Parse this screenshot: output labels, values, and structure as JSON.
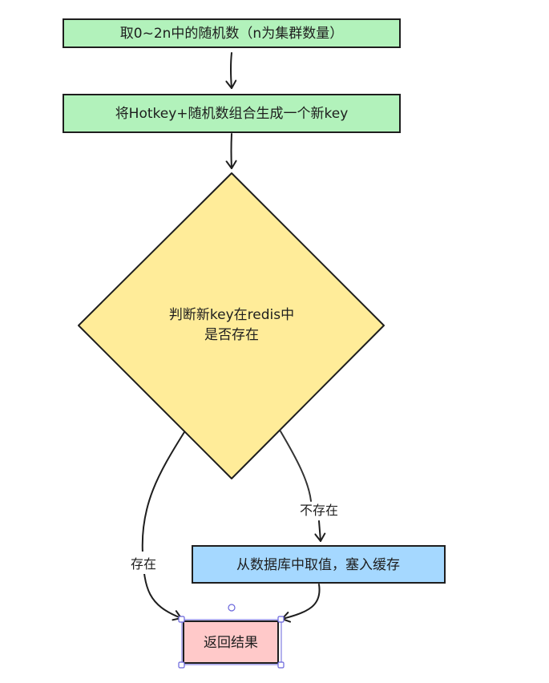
{
  "diagram": {
    "nodes": {
      "step_random": {
        "label": "取0~2n中的随机数（n为集群数量）",
        "fill": "#b2f2bb"
      },
      "step_newkey": {
        "label": "将Hotkey+随机数组合生成一个新key",
        "fill": "#b2f2bb"
      },
      "decision": {
        "line1": "判断新key在redis中",
        "line2": "是否存在",
        "fill": "#ffec99"
      },
      "step_db": {
        "label": "从数据库中取值，塞入缓存",
        "fill": "#a5d8ff"
      },
      "result": {
        "label": "返回结果",
        "fill": "#ffc9c9"
      }
    },
    "edges": {
      "exists_label": "存在",
      "not_exists_label": "不存在"
    },
    "colors": {
      "stroke": "#1e1e1e",
      "selection": "#6965db"
    }
  }
}
